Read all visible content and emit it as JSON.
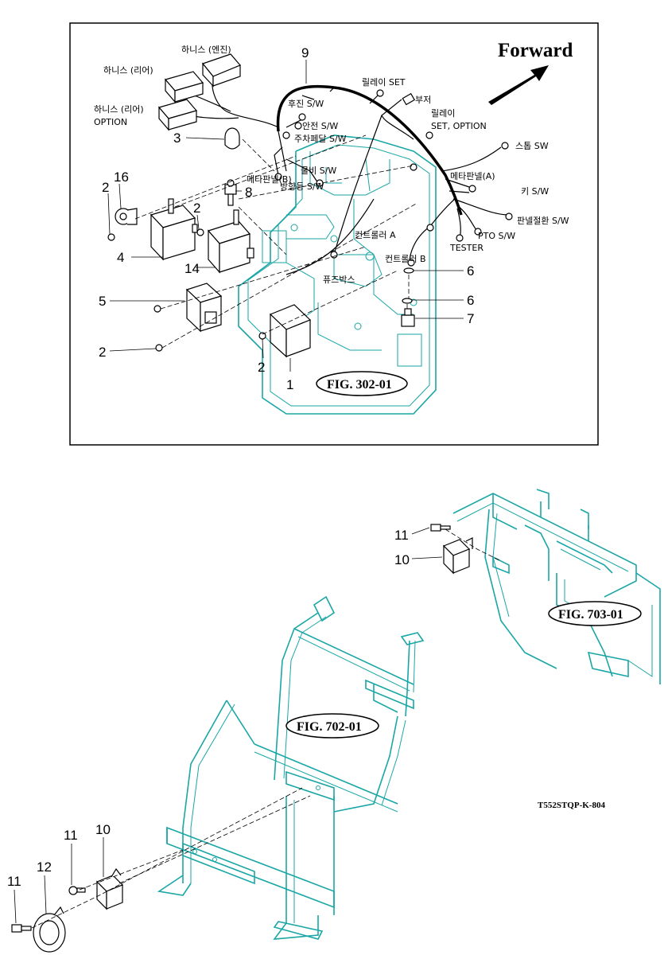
{
  "top_figure": {
    "direction_label": "Forward",
    "figure_ref": "FIG. 302-01",
    "harness_labels": {
      "engine": "하니스 (엔진)",
      "rear": "하니스 (리어)",
      "rear_option_line1": "하니스 (리어)",
      "rear_option_line2": "OPTION"
    },
    "connector_labels": {
      "relay_set": "릴레이 SET",
      "reverse_sw": "후진 S/W",
      "buzzer": "부저",
      "safety_sw": "안전 S/W",
      "relay_option_line1": "릴레이",
      "relay_option_line2": "SET, OPTION",
      "parking_pedal_sw": "주차페달 S/W",
      "start_sw": "스톱 SW",
      "meter_panel_b": "메타판넬(B)",
      "cool_sw": "쿨비 S/W",
      "meter_panel_a": "메타판넬(A)",
      "direction_light": "방향등 S/W",
      "key_sw": "키 S/W",
      "panel_switch_sw": "판넬절환 S/W",
      "controller_a": "컨트롤러 A",
      "pto_sw": "PTO S/W",
      "tester": "TESTER",
      "controller_b": "컨트롤러 B",
      "fuse_box": "퓨즈박스"
    },
    "callouts": [
      "9",
      "3",
      "16",
      "2",
      "8",
      "2",
      "4",
      "14",
      "5",
      "2",
      "2",
      "1",
      "6",
      "6",
      "7"
    ]
  },
  "bottom_figure": {
    "figure_ref_703": "FIG. 703-01",
    "figure_ref_702": "FIG. 702-01",
    "drawing_code": "T552STQP-K-804",
    "callouts_right": [
      "11",
      "10"
    ],
    "callouts_left": [
      "11",
      "10",
      "11",
      "12"
    ]
  }
}
